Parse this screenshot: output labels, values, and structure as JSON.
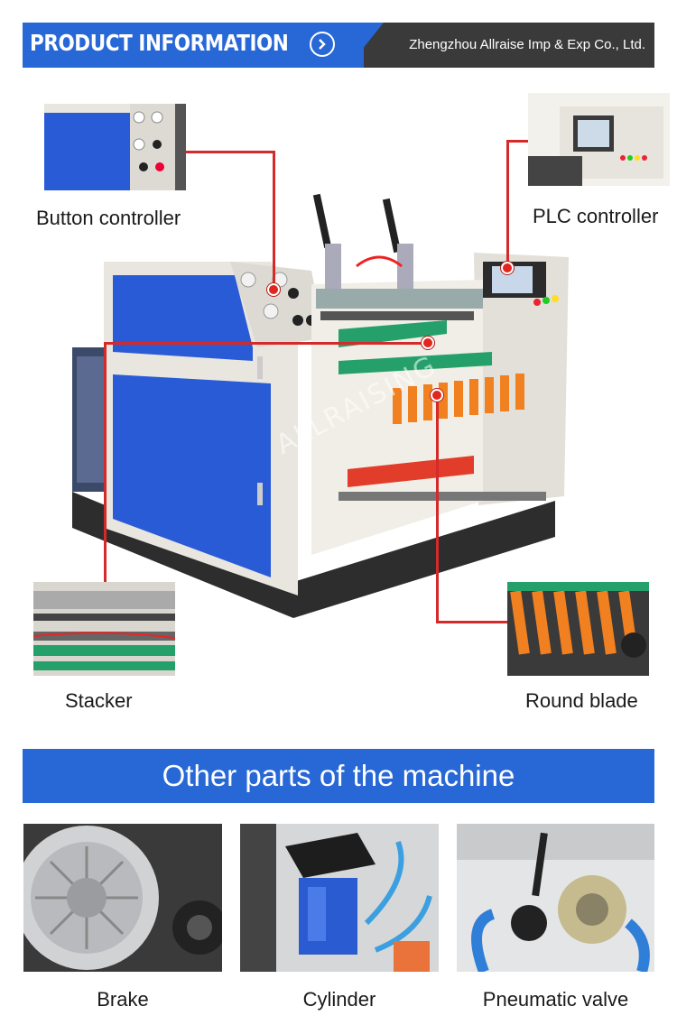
{
  "header": {
    "title": "PRODUCT INFORMATION",
    "company": "Zhengzhou Allraise Imp & Exp Co., Ltd."
  },
  "callouts": {
    "button_controller": "Button controller",
    "plc_controller": "PLC controller",
    "stacker": "Stacker",
    "round_blade": "Round blade"
  },
  "watermark": "ALLRAISING",
  "section_title": "Other parts of the machine",
  "parts": [
    {
      "label": "Brake",
      "icon": "brake-photo"
    },
    {
      "label": "Cylinder",
      "icon": "cylinder-photo"
    },
    {
      "label": "Pneumatic valve",
      "icon": "pneumatic-valve-photo"
    }
  ],
  "colors": {
    "accent_blue": "#2768d6",
    "header_dark": "#3a3a3a",
    "callout_red": "#d42a2a"
  }
}
